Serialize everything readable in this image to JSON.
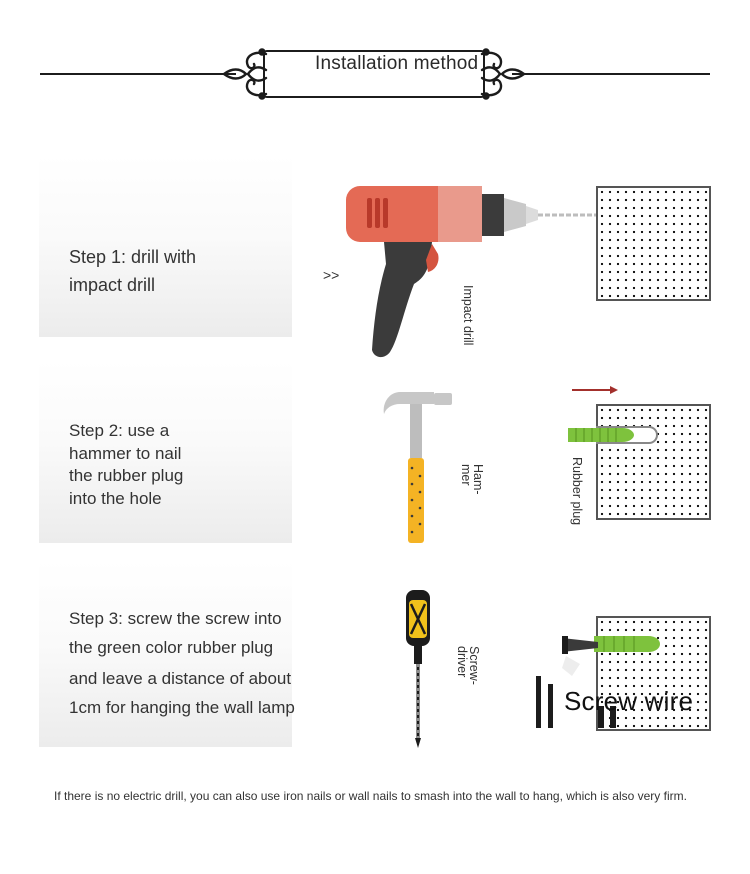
{
  "header": {
    "title": "Installation method"
  },
  "steps": [
    {
      "text_lines": [
        "Step 1: drill with",
        "impact drill"
      ],
      "tool_label": "Impact drill"
    },
    {
      "text_lines": [
        "Step 2: use a",
        "hammer to nail",
        "the rubber plug",
        "into the hole"
      ],
      "tool_label": "Ham-mer",
      "part_label": "Rubber plug"
    },
    {
      "text_lines": [
        "Step 3: screw the screw into",
        "the green color rubber plug",
        "and leave a distance of about",
        "1cm for hanging the wall lamp"
      ],
      "tool_label": "Screw-driver",
      "watermark_text": "Screw wire"
    }
  ],
  "arrows_text": ">>",
  "footer": "If there is no electric drill, you can also use iron nails or wall nails to smash into the wall to hang, which is also very firm.",
  "colors": {
    "drill_body": "#e46a55",
    "drill_handle": "#3b3b3b",
    "hammer_handle": "#f4b324",
    "rubber_plug": "#7ec23d",
    "direction_arrow": "#a3302c",
    "screwdriver_handle": "#f1c21b"
  },
  "icons": [
    "ornament-left-icon",
    "ornament-right-icon",
    "impact-drill-icon",
    "hammer-icon",
    "screwdriver-icon",
    "rubber-plug-icon",
    "wall-icon",
    "arrow-right-icon",
    "screw-icon"
  ]
}
